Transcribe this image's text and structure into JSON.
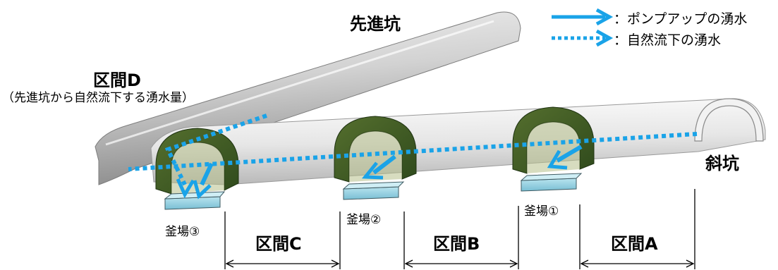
{
  "title": "先進坑",
  "legend": {
    "pump_label": "：ポンプアップの湧水",
    "natural_label": "：自然流下の湧水"
  },
  "labels": {
    "section_d": "区間D",
    "section_d_note": "（先進坑から自然流下する湧水量）",
    "inclined_shaft": "斜坑",
    "sump_3": "釜場③",
    "sump_2": "釜場②",
    "sump_1": "釜場①",
    "section_c": "区間C",
    "section_b": "区間B",
    "section_a": "区間A"
  },
  "colors": {
    "flow": "#1aa3e8",
    "lining_dark": "#3c5a22",
    "lining_light": "#6f8c3c",
    "tunnel_shell": "#e9eaea",
    "pilot_tunnel": "#c9c9c9",
    "sump_water": "#8ecfe0"
  }
}
